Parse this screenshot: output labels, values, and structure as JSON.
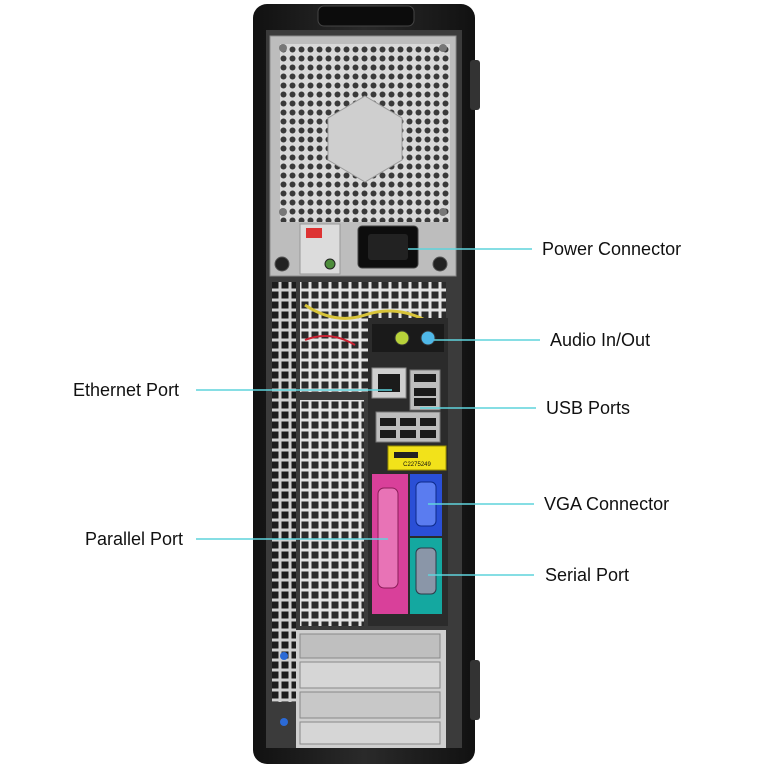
{
  "callouts": {
    "power_connector": "Power Connector",
    "audio_in_out": "Audio In/Out",
    "ethernet_port": "Ethernet Port",
    "usb_ports": "USB Ports",
    "vga_connector": "VGA Connector",
    "parallel_port": "Parallel Port",
    "serial_port": "Serial Port"
  },
  "service_tag": {
    "code": "C2275249"
  },
  "colors": {
    "callout_line": "#5fd3dc",
    "chassis": "#1e1e1e",
    "parallel_port": "#d9409a",
    "vga_port": "#2a4fd6",
    "serial_port": "#14a8a0",
    "audio_out": "#b8d23a",
    "audio_in": "#4fb8e8",
    "tag": "#f2e21a"
  }
}
